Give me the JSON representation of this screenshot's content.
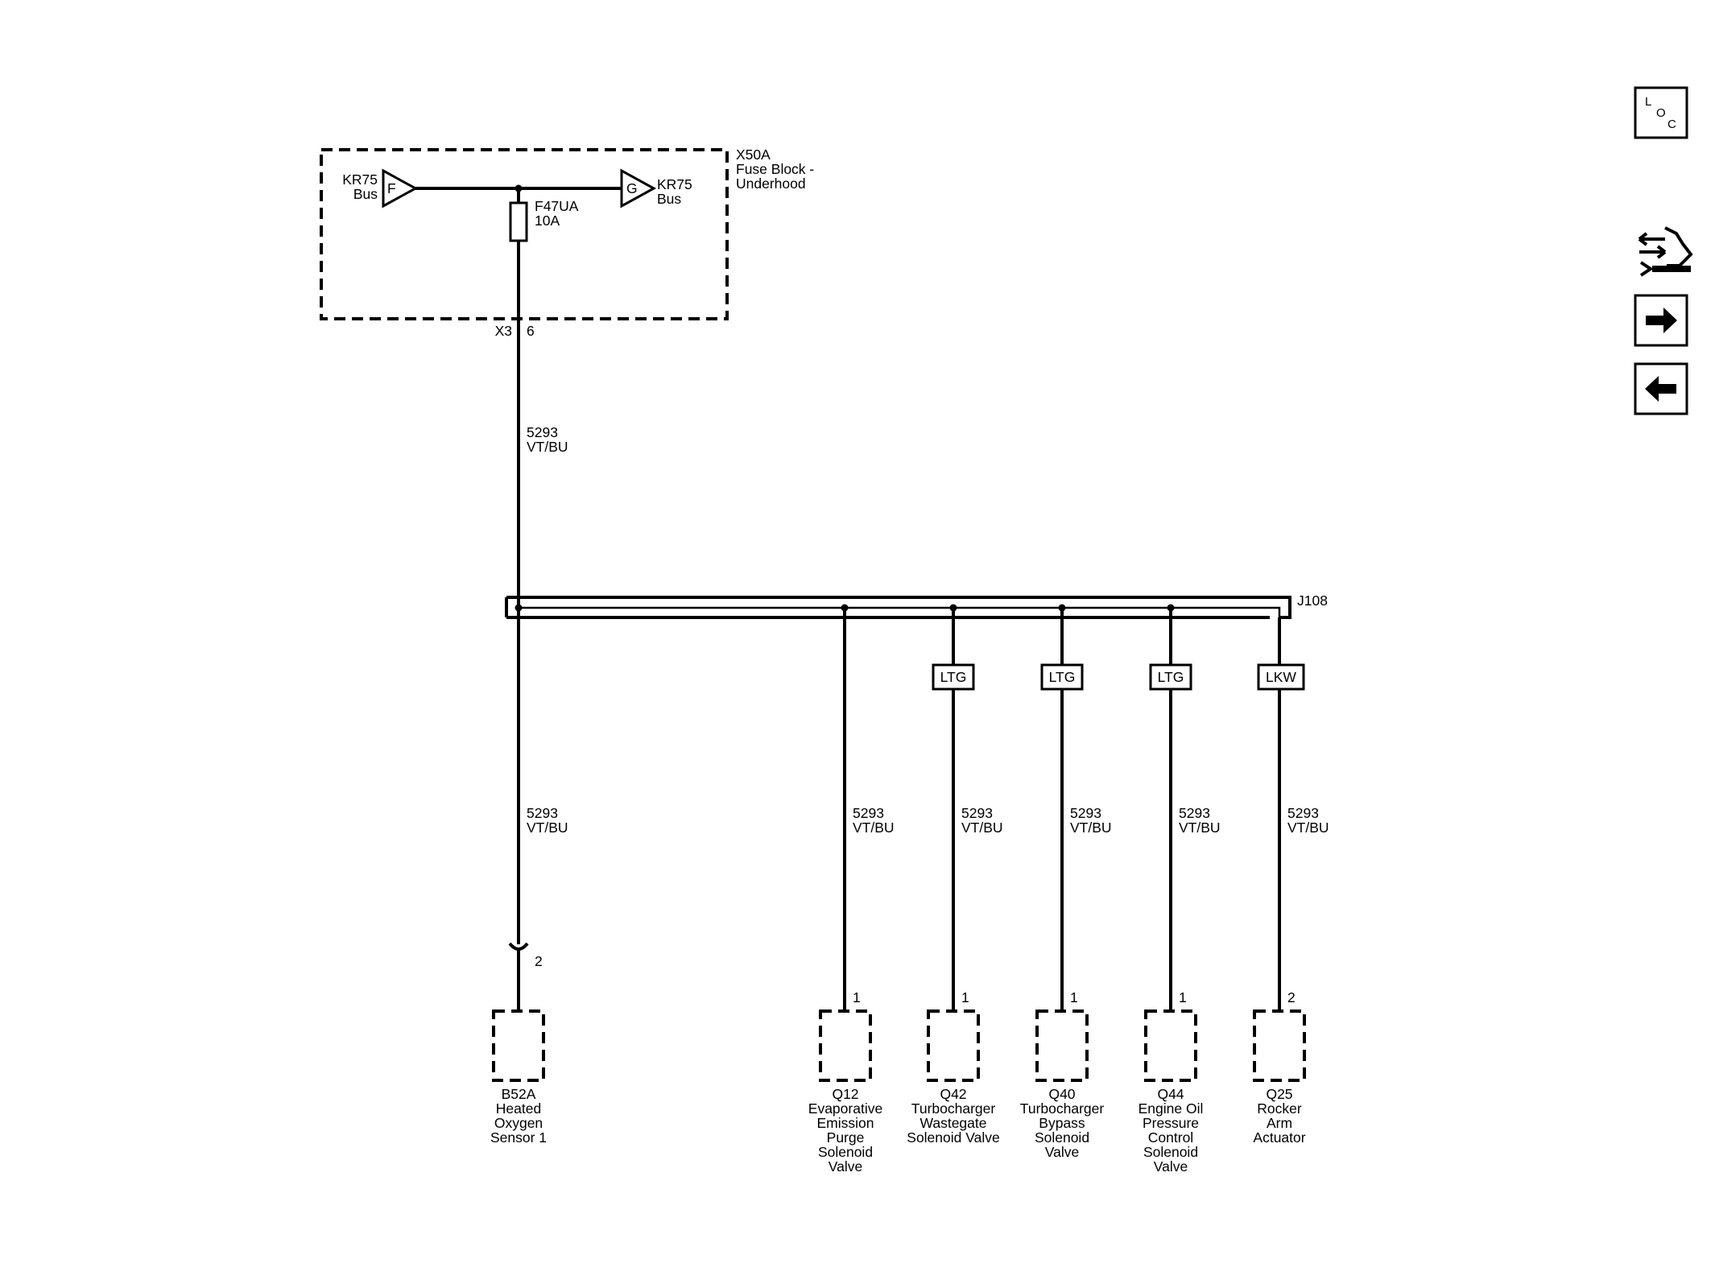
{
  "fuse_block": {
    "id": "X50A",
    "name_line1": "Fuse Block -",
    "name_line2": "Underhood",
    "bus_in": {
      "name": "KR75",
      "sub": "Bus",
      "letter": "F"
    },
    "bus_out": {
      "name": "KR75",
      "sub": "Bus",
      "letter": "G"
    },
    "fuse": {
      "name": "F47UA",
      "rating": "10A"
    },
    "connector": "X3",
    "pin": "6"
  },
  "main_wire": {
    "circuit": "5293",
    "color": "VT/BU"
  },
  "splice": {
    "id": "J108"
  },
  "branches": [
    {
      "pin": "2",
      "circuit": "5293",
      "color": "VT/BU",
      "option": "",
      "inline_connector": true,
      "label": [
        "B52A",
        "Heated",
        "Oxygen",
        "Sensor 1"
      ]
    },
    {
      "pin": "1",
      "circuit": "5293",
      "color": "VT/BU",
      "option": "",
      "label": [
        "Q12",
        "Evaporative",
        "Emission",
        "Purge",
        "Solenoid",
        "Valve"
      ]
    },
    {
      "pin": "1",
      "circuit": "5293",
      "color": "VT/BU",
      "option": "LTG",
      "label": [
        "Q42",
        "Turbocharger",
        "Wastegate",
        "Solenoid Valve"
      ]
    },
    {
      "pin": "1",
      "circuit": "5293",
      "color": "VT/BU",
      "option": "LTG",
      "label": [
        "Q40",
        "Turbocharger",
        "Bypass",
        "Solenoid",
        "Valve"
      ]
    },
    {
      "pin": "1",
      "circuit": "5293",
      "color": "VT/BU",
      "option": "LTG",
      "label": [
        "Q44",
        "Engine Oil",
        "Pressure",
        "Control",
        "Solenoid",
        "Valve"
      ]
    },
    {
      "pin": "2",
      "circuit": "5293",
      "color": "VT/BU",
      "option": "LKW",
      "label": [
        "Q25",
        "Rocker",
        "Arm",
        "Actuator"
      ]
    }
  ],
  "toolbar": {
    "loc_letters": [
      "L",
      "O",
      "C"
    ],
    "icons": [
      "loc-icon",
      "component-service-icon",
      "next-arrow-icon",
      "back-arrow-icon"
    ]
  }
}
